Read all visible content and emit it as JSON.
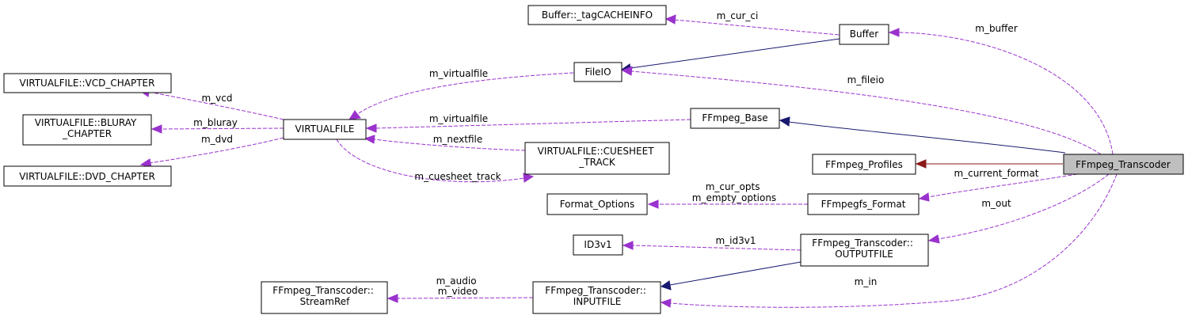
{
  "colors": {
    "use_edge": "#9a32cd",
    "inherit_edge": "#191970",
    "private_inherit_edge": "#8b1a1a",
    "selected_fill": "#bfbfbf"
  },
  "nodes": {
    "cacheinfo": [
      "Buffer::_tagCACHEINFO"
    ],
    "buffer": [
      "Buffer"
    ],
    "fileio": [
      "FileIO"
    ],
    "vcd": [
      "VIRTUALFILE::VCD_CHAPTER"
    ],
    "bluray": [
      "VIRTUALFILE::BLURAY",
      "_CHAPTER"
    ],
    "dvd": [
      "VIRTUALFILE::DVD_CHAPTER"
    ],
    "virtualfile": [
      "VIRTUALFILE"
    ],
    "ffbase": [
      "FFmpeg_Base"
    ],
    "cuesheet": [
      "VIRTUALFILE::CUESHEET",
      "_TRACK"
    ],
    "profiles": [
      "FFmpeg_Profiles"
    ],
    "transcoder": [
      "FFmpeg_Transcoder"
    ],
    "formatopts": [
      "Format_Options"
    ],
    "fsformat": [
      "FFmpegfs_Format"
    ],
    "id3": [
      "ID3v1"
    ],
    "outputfile": [
      "FFmpeg_Transcoder::",
      "OUTPUTFILE"
    ],
    "streamref": [
      "FFmpeg_Transcoder::",
      "StreamRef"
    ],
    "inputfile": [
      "FFmpeg_Transcoder::",
      "INPUTFILE"
    ]
  },
  "edge_labels": {
    "m_cur_ci": [
      "m_cur_ci"
    ],
    "m_buffer": [
      "m_buffer"
    ],
    "m_virtualfile_fileio": [
      "m_virtualfile"
    ],
    "m_fileio": [
      "m_fileio"
    ],
    "m_vcd": [
      "m_vcd"
    ],
    "m_bluray": [
      "m_bluray"
    ],
    "m_dvd": [
      "m_dvd"
    ],
    "m_virtualfile_base": [
      "m_virtualfile"
    ],
    "m_nextfile": [
      "m_nextfile"
    ],
    "m_cuesheet_track": [
      "m_cuesheet_track"
    ],
    "m_current_format": [
      "m_current_format"
    ],
    "m_cur_opts": [
      "m_cur_opts",
      "m_empty_options"
    ],
    "m_out": [
      "m_out"
    ],
    "m_id3v1": [
      "m_id3v1"
    ],
    "m_audio": [
      "m_audio",
      "m_video"
    ],
    "m_in": [
      "m_in"
    ]
  }
}
